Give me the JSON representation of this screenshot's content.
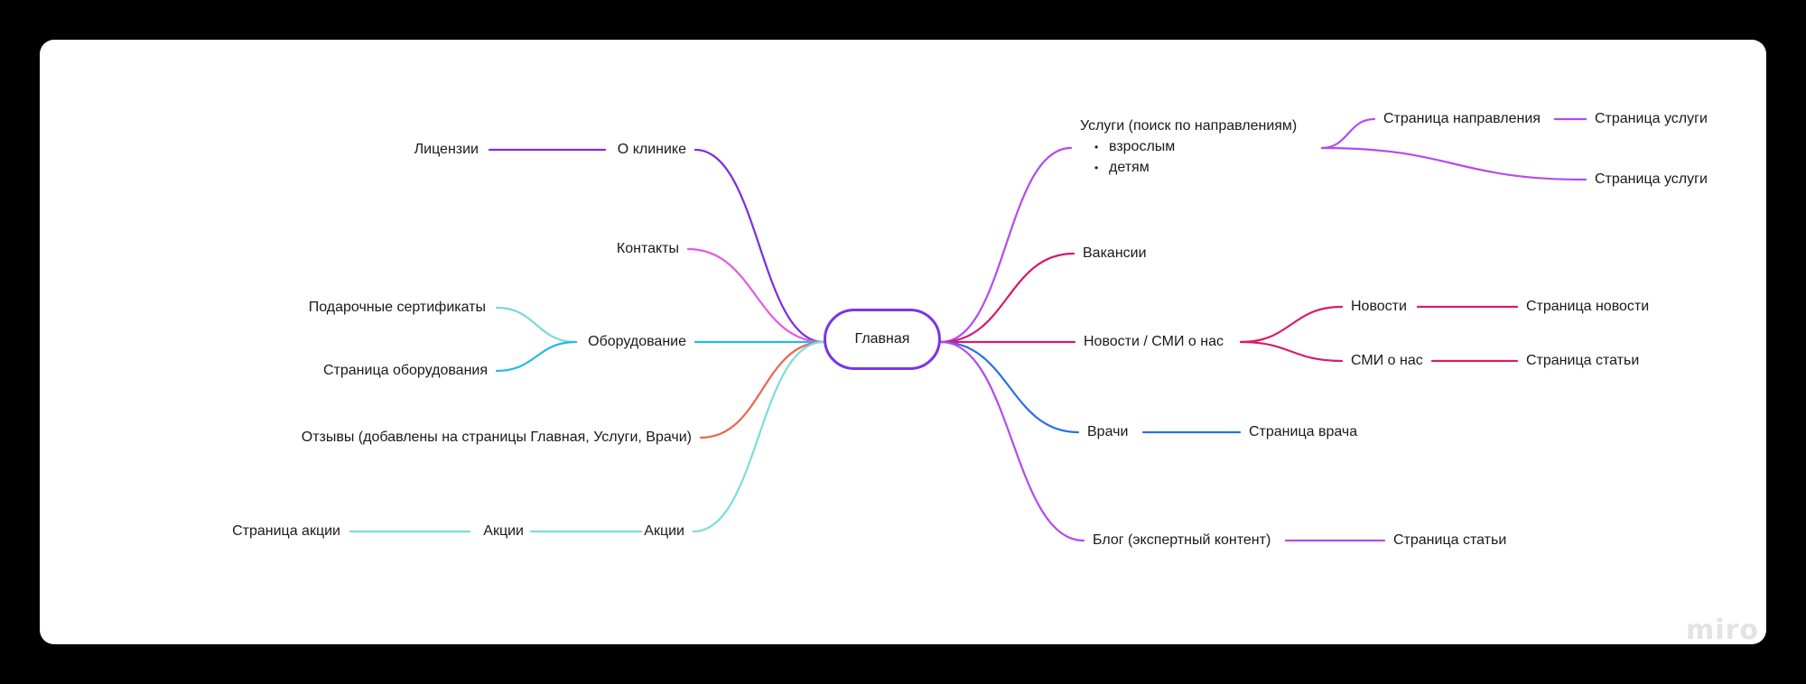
{
  "root": "Главная",
  "colors": {
    "root_border": "#7b35e6",
    "about": "#7b2ee0",
    "contacts": "#e45ae0",
    "equipment": "#25b8e8",
    "certificates": "#7ad9d9",
    "reviews": "#e8674f",
    "promos": "#7adedb",
    "services": "#b44af0",
    "vacancies": "#d3186f",
    "news": "#dc1a6b",
    "doctors": "#2a6fe8",
    "blog": "#b44af0"
  },
  "left": {
    "about": "О клинике",
    "licenses": "Лицензии",
    "contacts": "Контакты",
    "equipment": "Оборудование",
    "gift_certificates": "Подарочные сертификаты",
    "equipment_page": "Страница оборудования",
    "reviews": "Отзывы (добавлены на страницы Главная, Услуги, Врачи)",
    "promos": "Акции",
    "promos_sub": "Акции",
    "promo_page": "Страница акции"
  },
  "right": {
    "services_title": "Услуги (поиск по направлениям)",
    "services_items": [
      "взрослым",
      "детям"
    ],
    "direction_page": "Страница направления",
    "service_page_1": "Страница услуги",
    "service_page_2": "Страница услуги",
    "vacancies": "Вакансии",
    "news_smi": "Новости / СМИ о нас",
    "news": "Новости",
    "news_page": "Страница новости",
    "smi": "СМИ о нас",
    "article_page_smi": "Страница статьи",
    "doctors": "Врачи",
    "doctor_page": "Страница врача",
    "blog": "Блог (экспертный контент)",
    "article_page_blog": "Страница статьи"
  },
  "watermark": "miro"
}
